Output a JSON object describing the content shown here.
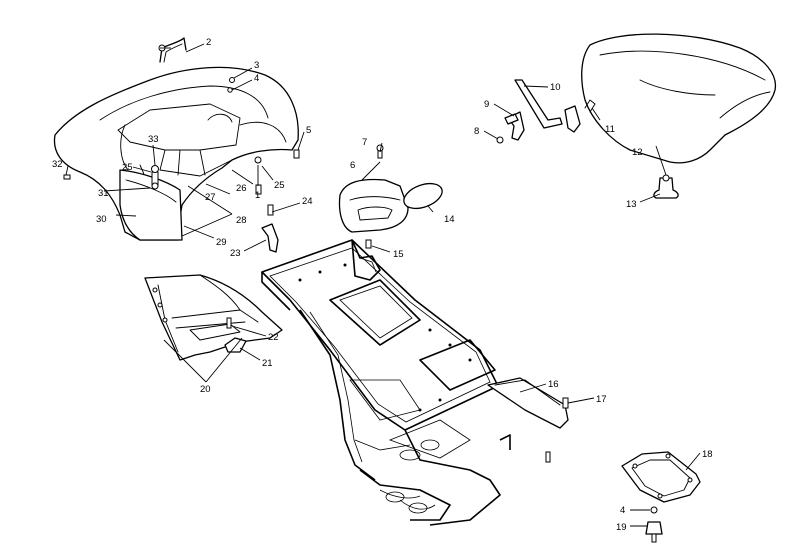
{
  "diagram": {
    "callouts": [
      "1",
      "2",
      "3",
      "4",
      "5",
      "6",
      "7",
      "8",
      "9",
      "10",
      "11",
      "12",
      "13",
      "14",
      "15",
      "16",
      "17",
      "18",
      "4",
      "19",
      "20",
      "21",
      "22",
      "23",
      "24",
      "25",
      "25",
      "26",
      "27",
      "28",
      "29",
      "30",
      "31",
      "32",
      "33"
    ]
  }
}
